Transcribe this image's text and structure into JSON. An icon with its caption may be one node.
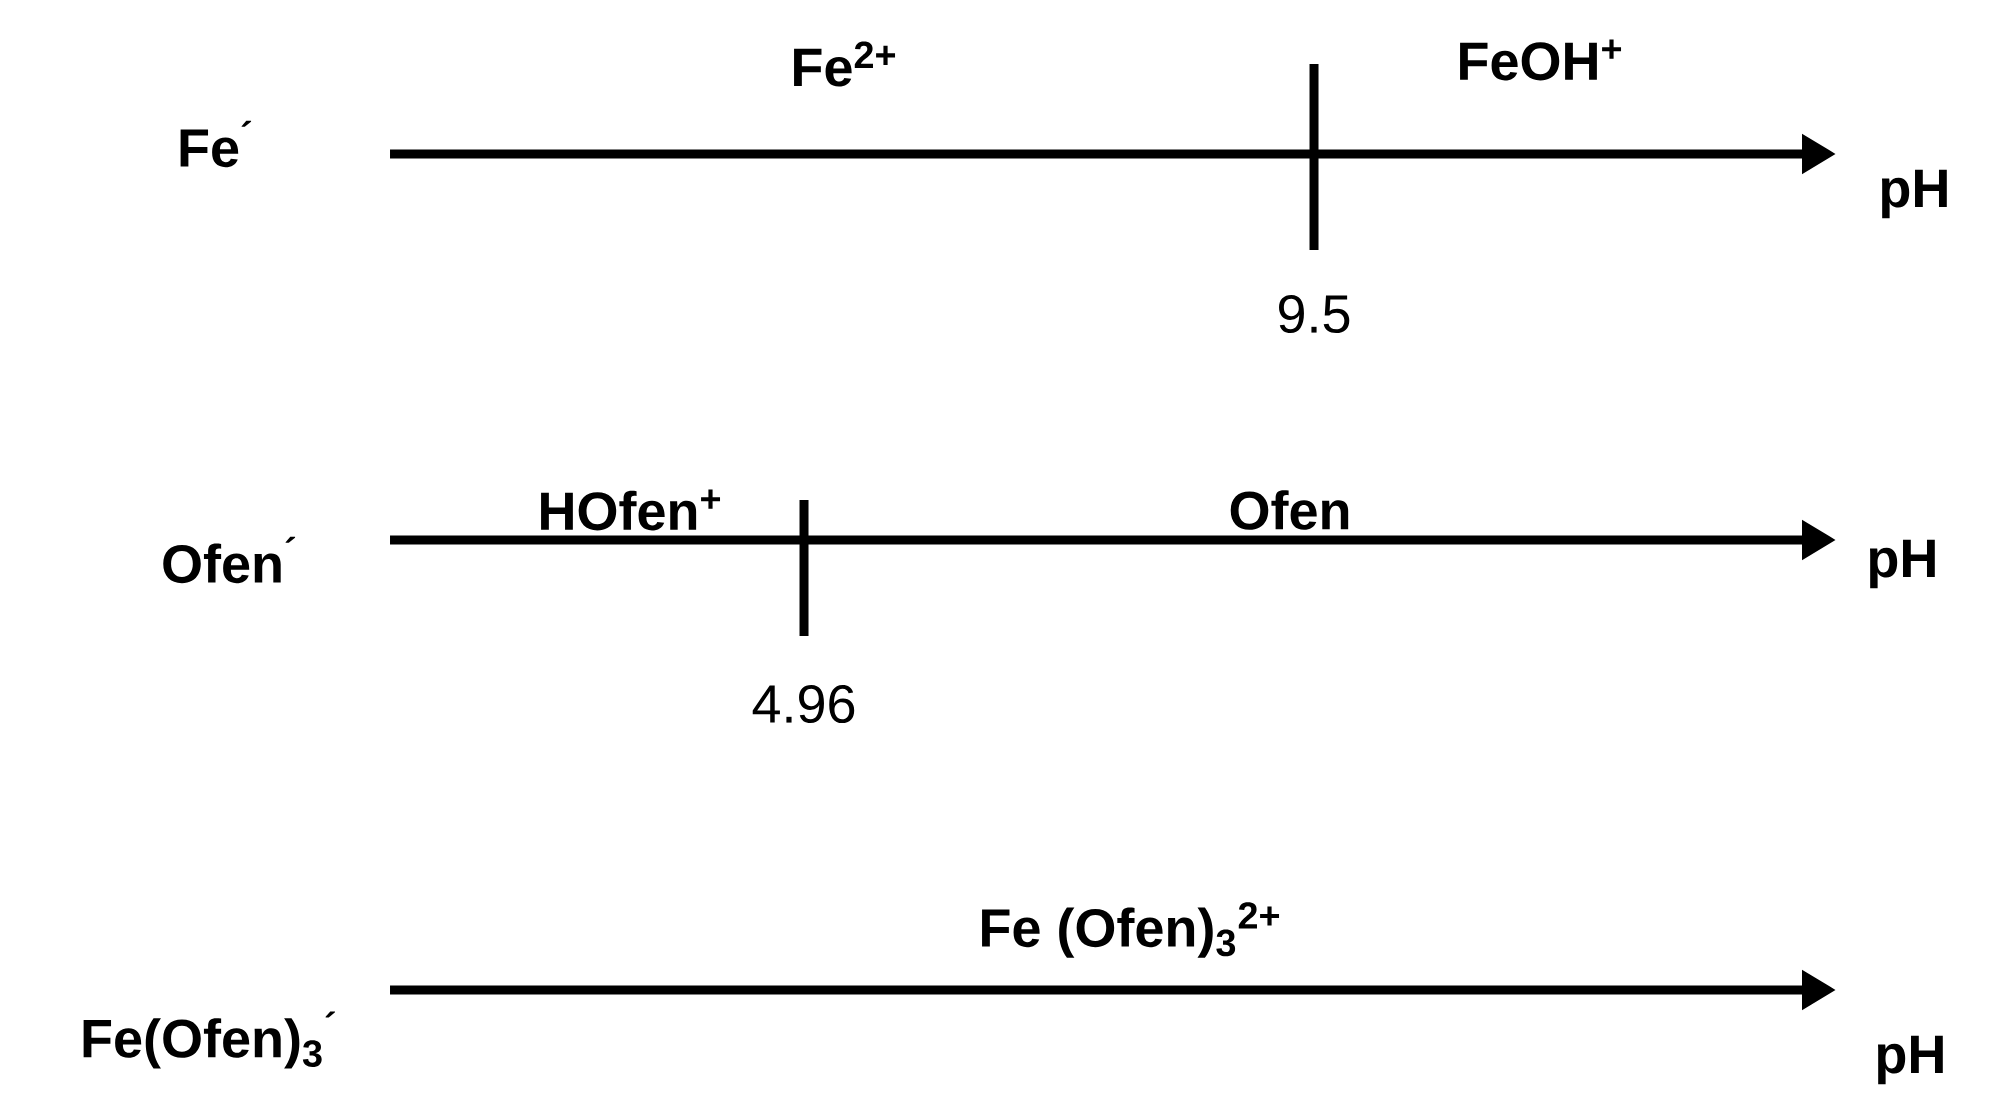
{
  "diagram": {
    "labels": [
      "Fe$^{2+}$",
      "FeOH$^{+}$",
      "Fe$^{´}$",
      "pH",
      "9.5",
      "HOfen$^{+}$",
      "Ofen",
      "Ofen$^{´}$",
      "pH",
      "4.96",
      "Fe (Ofen)$_{3}$$^{2+}$",
      "Fe(Ofen)$_{3}$$^{´}$",
      "pH"
    ]
  }
}
